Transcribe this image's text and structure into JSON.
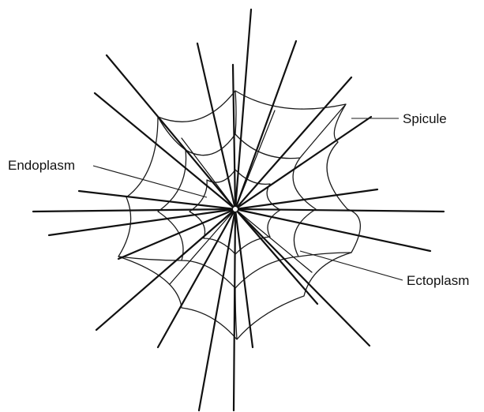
{
  "labels": {
    "spicule": "Spicule",
    "endoplasm": "Endoplasm",
    "ectoplasm": "Ectoplasm"
  },
  "colors": {
    "ink": "#111111",
    "background": "#ffffff"
  }
}
